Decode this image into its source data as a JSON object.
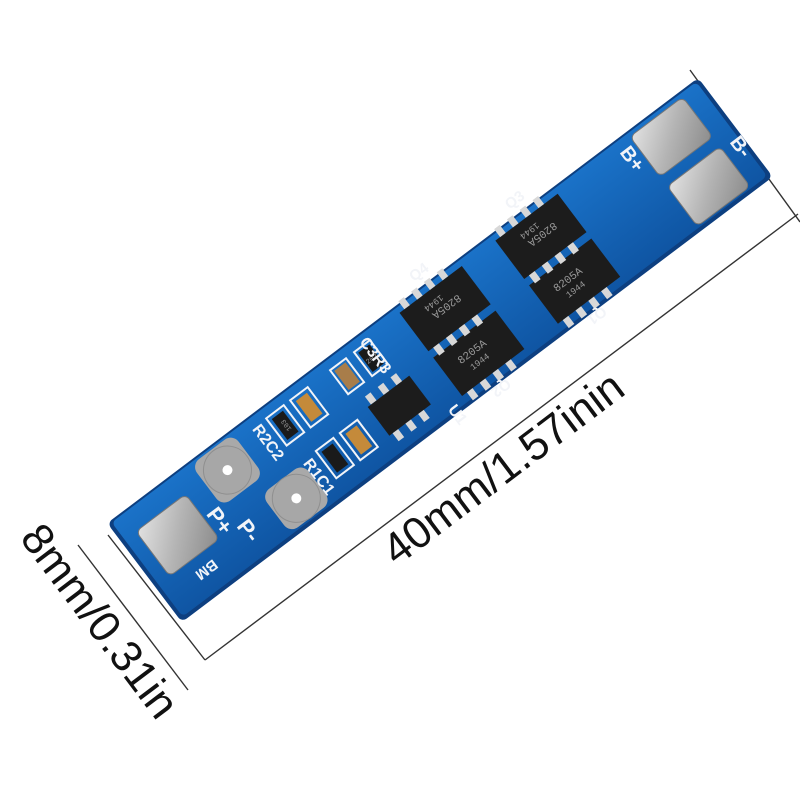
{
  "dimensions": {
    "length_label": "40mm/1.57inin",
    "width_label": "8mm/0.31in"
  },
  "board": {
    "pads": {
      "b_plus": "B+",
      "b_minus": "B-",
      "p_plus": "P+",
      "p_minus": "P-",
      "bm": "BM"
    },
    "designators": {
      "q1": "Q1",
      "q2": "Q2",
      "q3": "Q3",
      "q4": "Q4",
      "u1": "U1",
      "c3r3": "C3R3",
      "r2c2": "R2C2",
      "r1c1": "R1C1"
    },
    "chip_marking": "8205A",
    "chip_date": "1944",
    "resistor_marking": "202",
    "resistor_marking_2": "103"
  },
  "colors": {
    "pcb": "#1565b8",
    "pcb_edge": "#0d3f80",
    "pad": "#b9b9b9",
    "chip": "#1c1c1c",
    "silkscreen": "#f2f4f8"
  }
}
